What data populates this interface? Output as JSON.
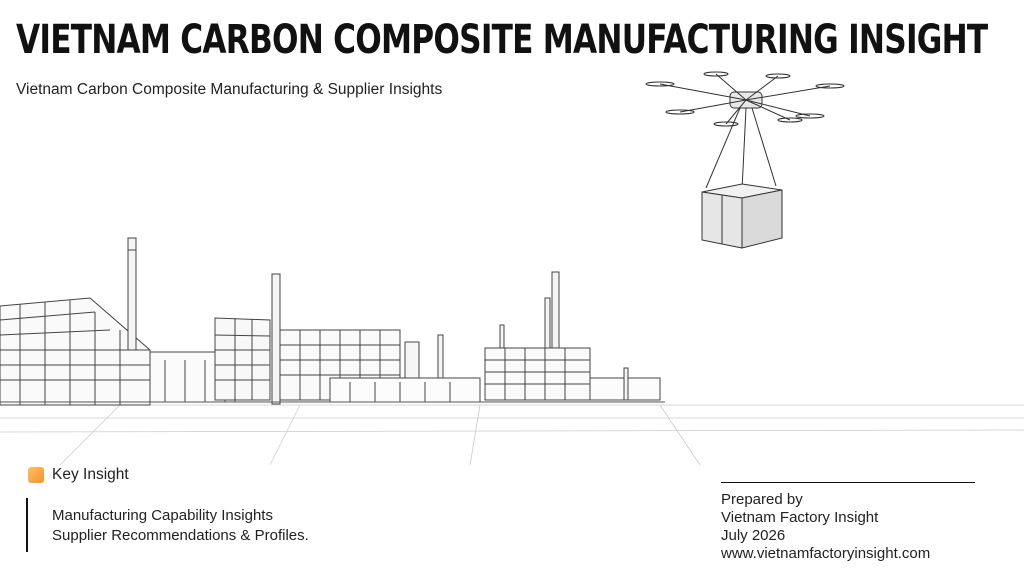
{
  "title": "Vietnam Carbon Composite Manufacturing Insight",
  "subtitle": "Vietnam Carbon Composite Manufacturing & Supplier Insights",
  "key_insight": {
    "label": "Key Insight",
    "swatch_color": "#f7a23c",
    "lines": [
      "Manufacturing Capability Insights",
      "Supplier Recommendations & Profiles."
    ]
  },
  "prepared": {
    "label": "Prepared by",
    "organization": "Vietnam Factory Insight",
    "date": "July 2026",
    "website": "www.vietnamfactoryinsight.com"
  },
  "illustration": {
    "subjects": [
      "factory-complex",
      "delivery-drone",
      "cargo-box"
    ]
  }
}
